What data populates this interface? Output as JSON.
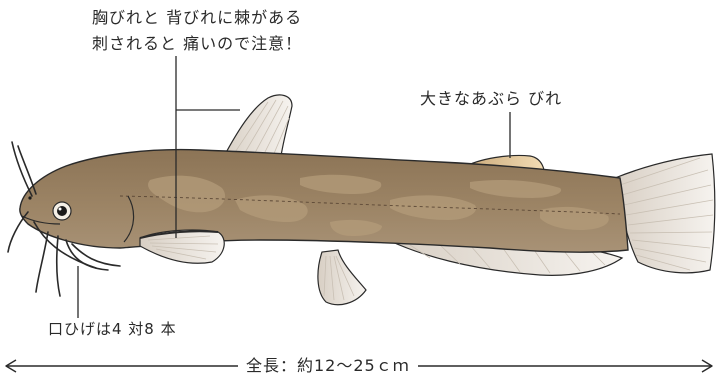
{
  "annotations": {
    "fin_spine_line1": "胸びれと 背びれに棘がある",
    "fin_spine_line2": "刺されると 痛いので注意！",
    "adipose_fin": "大きなあぶら びれ",
    "barbels": "口ひげは4 対8 本",
    "total_length": "全長：約12〜25ｃｍ"
  },
  "colors": {
    "body": "#9c8465",
    "body_dark": "#7d6548",
    "pattern": "#b49c7a",
    "fin": "#ebe6e0",
    "fin_ray": "#c9c0b4",
    "adipose": "#e2c79a",
    "outline": "#2a2a2a"
  }
}
